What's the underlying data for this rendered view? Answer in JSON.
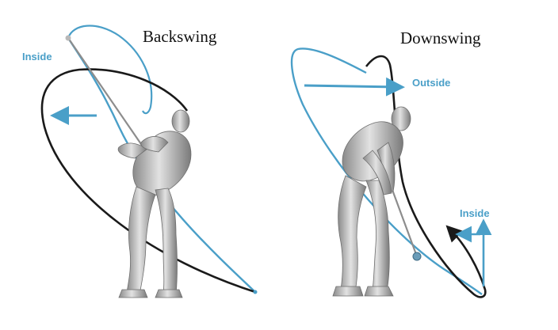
{
  "panels": {
    "backswing": {
      "title": "Backswing"
    },
    "downswing": {
      "title": "Downswing"
    }
  },
  "annotations": {
    "inside_left": "Inside",
    "outside": "Outside",
    "inside_right": "Inside"
  },
  "colors": {
    "plane_blue": "#4a9fc8",
    "path_dark": "#1a1a1a",
    "figure_light": "#d8d8d8",
    "figure_mid": "#a9a9a9",
    "figure_dark": "#6e6e6e"
  },
  "icons": {
    "left_arrow": "arrow-left-icon",
    "right_arrow": "arrow-right-icon",
    "up_arrow": "arrow-up-icon"
  }
}
